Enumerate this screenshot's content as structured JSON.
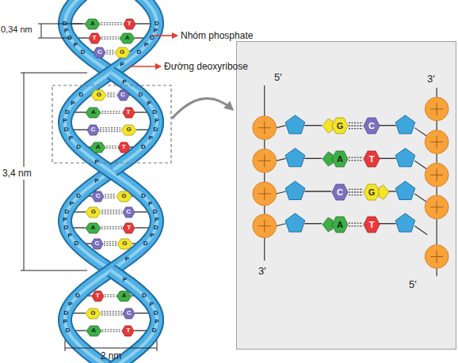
{
  "diagram": {
    "nodes": [
      {
        "text": [
          "A"
        ]
      },
      {
        "text": [
          "T"
        ]
      },
      {
        "text": [
          "T"
        ]
      },
      {
        "text": [
          "A"
        ]
      },
      {
        "text": [
          "C"
        ]
      },
      {
        "text": [
          "G"
        ]
      },
      {
        "text": [
          "G"
        ]
      },
      {
        "text": [
          "C"
        ]
      },
      {
        "text": [
          "A"
        ]
      },
      {
        "text": [
          "T"
        ]
      },
      {
        "text": [
          "C"
        ]
      },
      {
        "text": [
          "G"
        ]
      },
      {
        "text": [
          "A"
        ]
      },
      {
        "text": [
          "T"
        ]
      },
      {
        "text": [
          "C"
        ]
      },
      {
        "text": [
          "G"
        ]
      },
      {
        "text": [
          "G"
        ]
      },
      {
        "text": [
          "C"
        ]
      },
      {
        "text": [
          "A"
        ]
      },
      {
        "text": [
          "T"
        ]
      },
      {
        "text": [
          "C"
        ]
      },
      {
        "text": [
          "G"
        ]
      },
      {
        "text": [
          "T"
        ]
      },
      {
        "text": [
          "A"
        ]
      },
      {
        "text": [
          "G"
        ]
      },
      {
        "text": [
          "C"
        ]
      },
      {
        "text": [
          "A"
        ]
      },
      {
        "text": [
          "T"
        ]
      },
      {
        "text": [
          "5′",
          "3′",
          "3′",
          "5′"
        ]
      },
      {
        "text": [
          "G"
        ],
        "in": 28
      },
      {
        "text": [
          "C"
        ],
        "in": 28
      },
      {
        "text": [
          "A"
        ],
        "in": 28
      },
      {
        "text": [
          "T"
        ],
        "in": 28
      },
      {
        "text": [
          "C"
        ],
        "in": 28
      },
      {
        "text": [
          "G"
        ],
        "in": 28
      },
      {
        "text": [
          "A"
        ],
        "in": 28
      },
      {
        "text": [
          "T"
        ],
        "in": 28
      }
    ],
    "edges": [
      {
        "from": 0,
        "to": 1,
        "arrow": "none"
      },
      {
        "from": 2,
        "to": 3,
        "arrow": "none"
      },
      {
        "from": 4,
        "to": 5,
        "arrow": "none"
      },
      {
        "from": 6,
        "to": 7,
        "arrow": "none"
      },
      {
        "from": 8,
        "to": 9,
        "arrow": "none"
      },
      {
        "from": 10,
        "to": 11,
        "arrow": "none"
      },
      {
        "from": 12,
        "to": 13,
        "arrow": "none"
      },
      {
        "from": 14,
        "to": 15,
        "arrow": "none"
      },
      {
        "from": 16,
        "to": 17,
        "arrow": "none"
      },
      {
        "from": 18,
        "to": 19,
        "arrow": "none"
      },
      {
        "from": 20,
        "to": 21,
        "arrow": "none"
      },
      {
        "from": 22,
        "to": 23,
        "arrow": "none"
      },
      {
        "from": 24,
        "to": 25,
        "arrow": "none"
      },
      {
        "from": 26,
        "to": 27,
        "arrow": "none"
      },
      {
        "from": 29,
        "to": 30,
        "arrow": "none"
      },
      {
        "from": 31,
        "to": 32,
        "arrow": "none"
      },
      {
        "from": 33,
        "to": 34,
        "arrow": "none"
      },
      {
        "from": 35,
        "to": 36,
        "arrow": "none"
      }
    ],
    "labels": [
      "0,34 nm",
      "Nhóm phosphate",
      "Đường deoxyribose",
      "3,4 nm",
      "2 nm",
      "D",
      "D",
      "D",
      "D",
      "D",
      "D",
      "D",
      "D",
      "D",
      "D",
      "D",
      "D",
      "D",
      "D",
      "D",
      "D",
      "D",
      "D",
      "D",
      "D",
      "D",
      "D",
      "D",
      "D",
      "D",
      "D",
      "D",
      "D",
      "P",
      "P",
      "P",
      "P",
      "P",
      "P",
      "P",
      "P",
      "P",
      "P",
      "P",
      "P",
      "P",
      "P",
      "P",
      "P",
      "P",
      "P",
      "P",
      "P",
      "P",
      "P",
      "P",
      "P",
      "P",
      "P"
    ]
  }
}
